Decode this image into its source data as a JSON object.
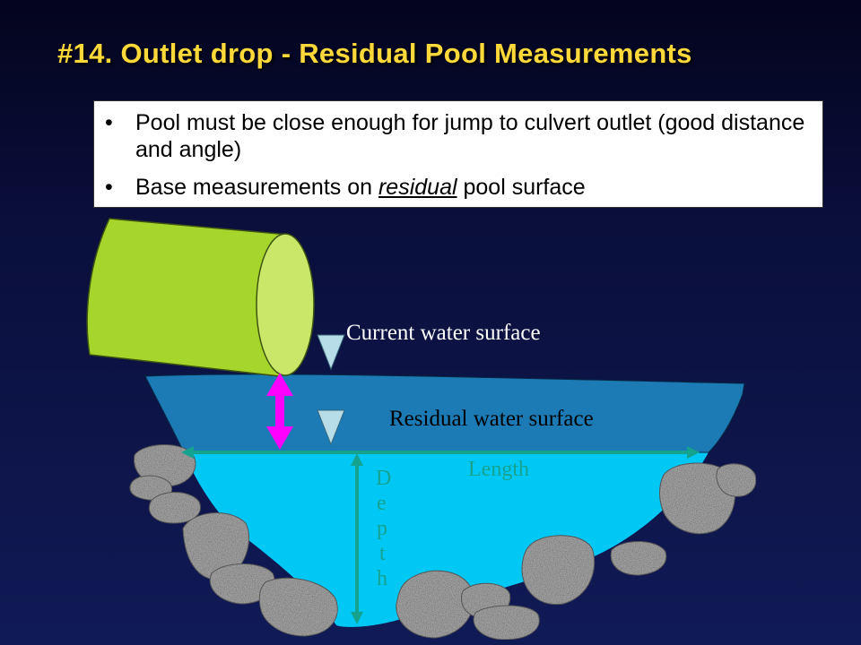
{
  "slide": {
    "title": "#14. Outlet drop - Residual Pool Measurements",
    "bullets": [
      {
        "text": "Pool must be close enough for jump to culvert outlet (good distance and angle)"
      },
      {
        "pre": "Base measurements on ",
        "emph": "residual",
        "post": " pool surface"
      }
    ],
    "bullet_glyph": "•"
  },
  "diagram": {
    "labels": {
      "current": "Current water surface",
      "residual": "Residual water surface",
      "length": "Length",
      "depth": [
        "D",
        "e",
        "p",
        "t",
        "h"
      ]
    },
    "colors": {
      "culvert_body": "#a6d62b",
      "culvert_face": "#c9e869",
      "current_water": "#1c7ab5",
      "residual_pool": "#00c8f5",
      "drop_arrow": "#ff00ff",
      "dimension_arrow": "#15a390",
      "rock": "#a3a3a3",
      "surface_marker": "#b7dde8"
    }
  }
}
